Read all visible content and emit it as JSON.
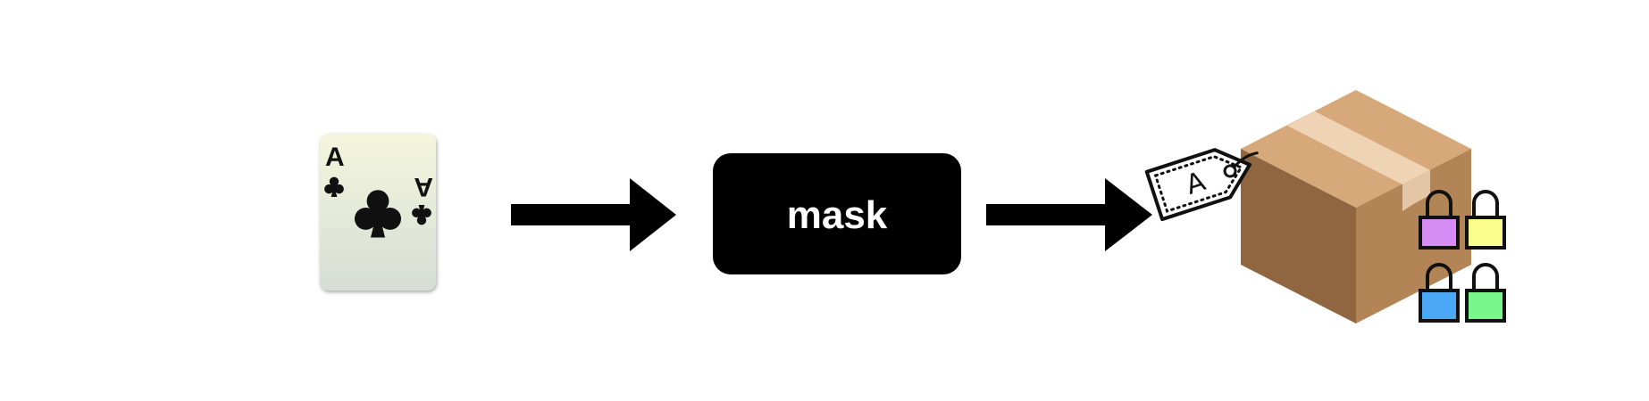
{
  "card": {
    "rank": "A",
    "suit_icon": "club-icon"
  },
  "process": {
    "label": "mask",
    "color": "#000000",
    "text_color": "#ffffff"
  },
  "output": {
    "box_icon": "cardboard-box-icon",
    "tag_letter": "A",
    "tag_icon": "price-tag-icon",
    "locks": [
      {
        "name": "lock-purple",
        "color": "#d58cf5"
      },
      {
        "name": "lock-yellow",
        "color": "#fafc8c"
      },
      {
        "name": "lock-blue",
        "color": "#4aa8f7"
      },
      {
        "name": "lock-green",
        "color": "#78f78c"
      }
    ]
  }
}
